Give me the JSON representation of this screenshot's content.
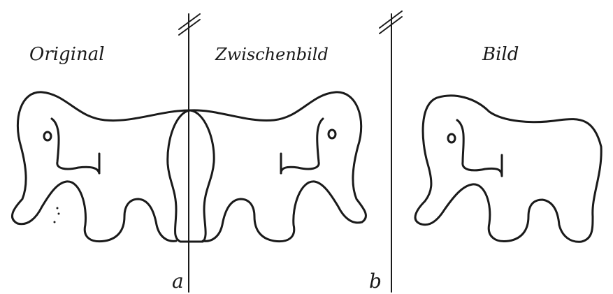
{
  "labels": {
    "original": "Original",
    "intermediate": "Zwischenbild",
    "image": "Bild",
    "mirror_a": "a",
    "mirror_b": "b"
  },
  "colors": {
    "ink": "#1a1a1a",
    "paper": "#ffffff"
  }
}
